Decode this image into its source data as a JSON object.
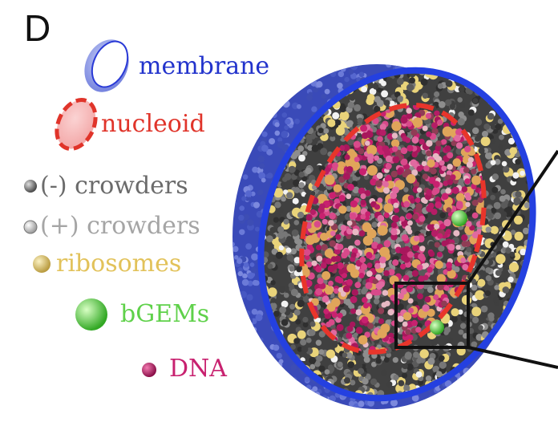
{
  "panel_label": "D",
  "legend": [
    {
      "id": "membrane",
      "label": "membrane",
      "color": "#2233cc"
    },
    {
      "id": "nucleoid",
      "label": "nucleoid",
      "color": "#e0342a"
    },
    {
      "id": "neg-crowders",
      "label": "(-) crowders",
      "color": "#6b6b6b"
    },
    {
      "id": "pos-crowders",
      "label": "(+) crowders",
      "color": "#a5a5a5"
    },
    {
      "id": "ribosomes",
      "label": "ribosomes",
      "color": "#e2c25a"
    },
    {
      "id": "bgems",
      "label": "bGEMs",
      "color": "#5fd14a"
    },
    {
      "id": "dna",
      "label": "DNA",
      "color": "#c8216f"
    }
  ],
  "colors": {
    "membrane_shell": "#4a5bc4",
    "membrane_rim": "#2440e0",
    "crowder_dark": "#555555",
    "crowder_light": "#e8e8e8",
    "ribosome": "#e7d074",
    "dna": "#c8216f",
    "nucleoid_dash": "#e8352b",
    "bgem": "#7fe35a",
    "zoom_box": "#111111"
  }
}
